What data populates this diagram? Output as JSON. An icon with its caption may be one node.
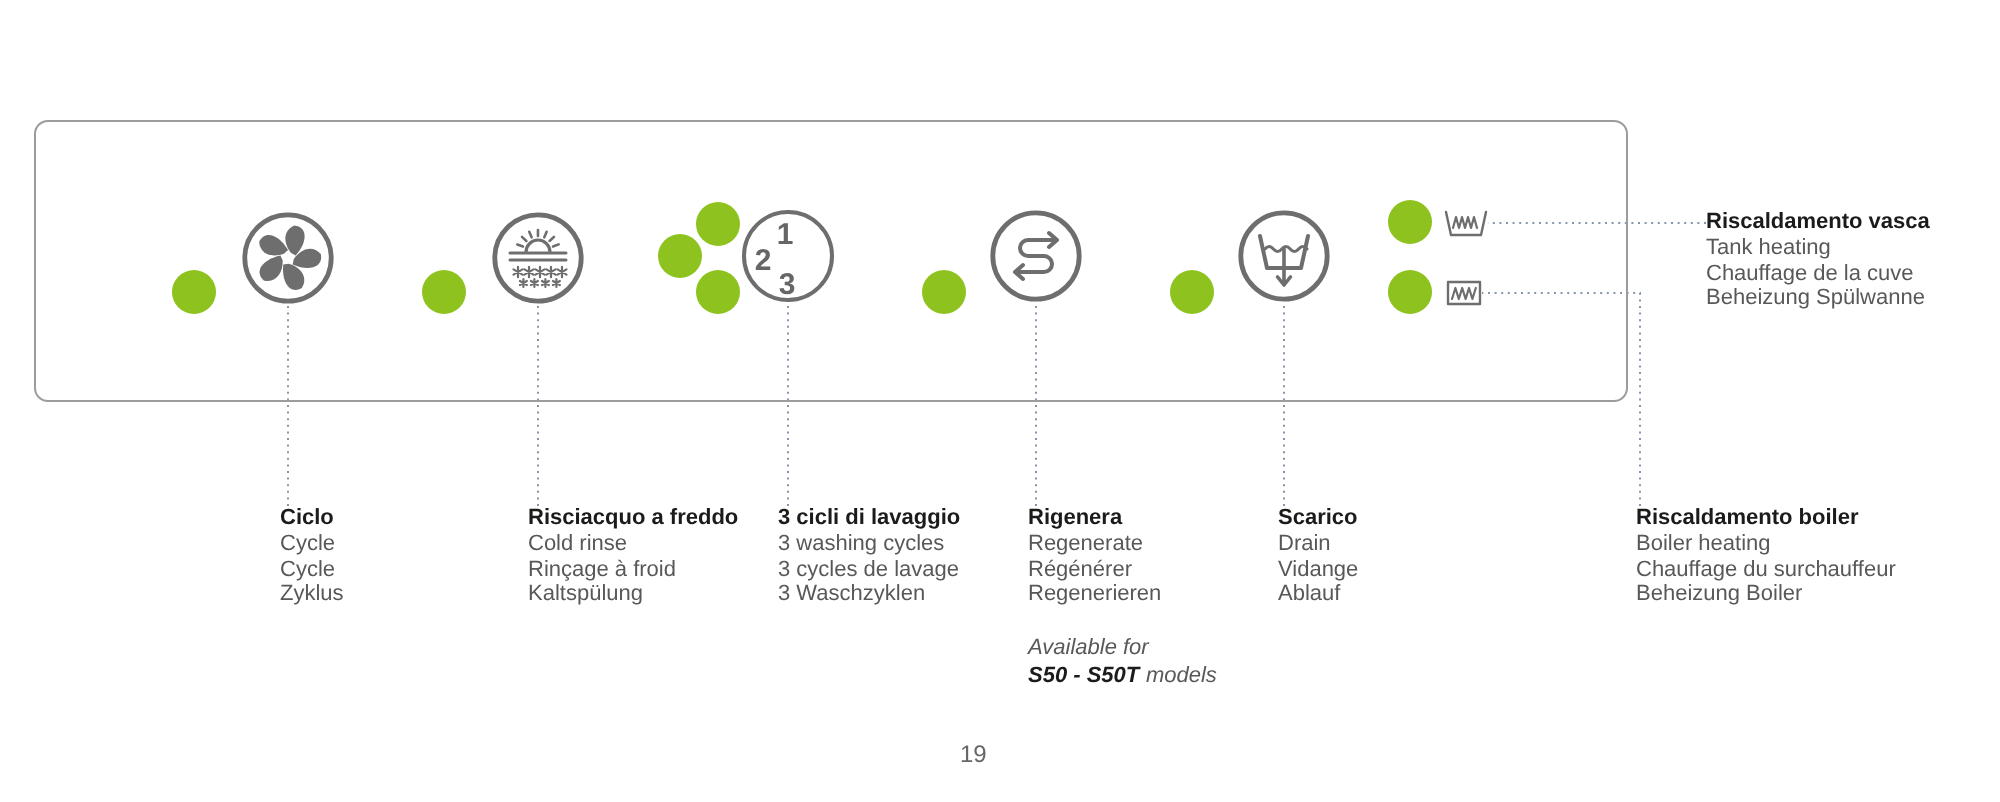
{
  "diagram": {
    "nodes": [
      {
        "text": [],
        "shape": "box"
      },
      {
        "text": [],
        "shape": "picture",
        "in": 0
      },
      {
        "text": [],
        "shape": "picture",
        "in": 0
      },
      {
        "text": [
          "1",
          "2",
          "3"
        ],
        "in": 0
      },
      {
        "text": [],
        "shape": "picture",
        "in": 0
      },
      {
        "text": [],
        "shape": "picture",
        "in": 0
      },
      {
        "text": [],
        "shape": "picture",
        "in": 0
      },
      {
        "text": [],
        "shape": "picture",
        "in": 0
      },
      {
        "text": [
          "Riscaldamento vasca",
          "Tank heating",
          "Chauffage de la cuve",
          "Beheizung Spülwanne"
        ]
      },
      {
        "text": [
          "Ciclo",
          "Cycle",
          "Cycle",
          "Zyklus"
        ]
      },
      {
        "text": [
          "Risciacquo a freddo",
          "Cold rinse",
          "Rinçage à froid",
          "Kaltspülung"
        ]
      },
      {
        "text": [
          "3 cicli di lavaggio",
          "3 washing cycles",
          "3 cycles de lavage",
          "3 Waschzyklen"
        ]
      },
      {
        "text": [
          "Rigenera",
          "Regenerate",
          "Régénérer",
          "Regenerieren"
        ],
        "beside": [
          "Available for **S50 - S50T** models"
        ]
      },
      {
        "text": [
          "Scarico",
          "Drain",
          "Vidange",
          "Ablauf"
        ]
      },
      {
        "text": [
          "Riscaldamento boiler",
          "Boiler heating",
          "Chauffage du surchauffeur",
          "Beheizung Boiler"
        ]
      }
    ],
    "edges": [
      {
        "from": 8,
        "to": 6,
        "arrow": "none",
        "style": "dashed"
      },
      {
        "from": 9,
        "to": 1,
        "arrow": "none",
        "style": "dashed"
      },
      {
        "from": 10,
        "to": 2,
        "arrow": "none",
        "style": "dashed"
      },
      {
        "from": 11,
        "to": 3,
        "arrow": "none",
        "style": "dashed"
      },
      {
        "from": 12,
        "to": 4,
        "arrow": "none",
        "style": "dashed"
      },
      {
        "from": 13,
        "to": 5,
        "arrow": "none",
        "style": "dashed"
      },
      {
        "from": 14,
        "to": 7,
        "arrow": "none",
        "style": "dashed"
      }
    ],
    "labels": [
      "19"
    ]
  }
}
